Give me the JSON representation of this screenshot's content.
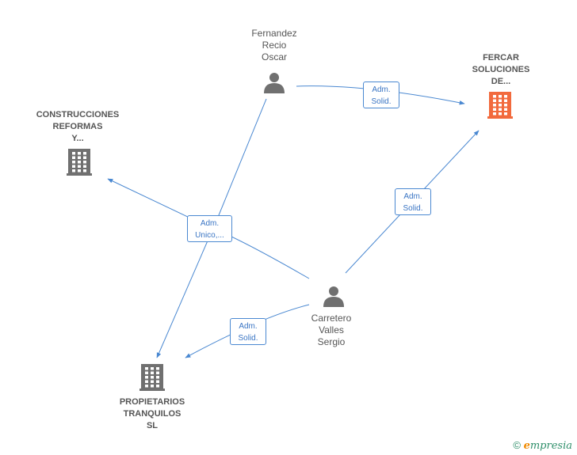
{
  "people": [
    {
      "id": "fernandez",
      "name": "Fernandez\nRecio\nOscar"
    },
    {
      "id": "carretero",
      "name": "Carretero\nValles\nSergio"
    }
  ],
  "companies": [
    {
      "id": "fercar",
      "name": "FERCAR\nSOLUCIONES\nDE...",
      "color": "#f26a3d"
    },
    {
      "id": "construcciones",
      "name": "CONSTRUCCIONES\nREFORMAS\nY...",
      "color": "#707070"
    },
    {
      "id": "propietarios",
      "name": "PROPIETARIOS\nTRANQUILOS\nSL",
      "color": "#707070"
    }
  ],
  "edges": [
    {
      "id": "fernandez-fercar",
      "label": "Adm.\nSolid."
    },
    {
      "id": "carretero-fercar",
      "label": "Adm.\nSolid."
    },
    {
      "id": "shared-construcciones",
      "label": "Adm.\nUnico,..."
    },
    {
      "id": "carretero-propietarios",
      "label": "Adm.\nSolid."
    }
  ],
  "colors": {
    "edge": "#4a88d1",
    "person_icon": "#707070",
    "company_default": "#707070",
    "company_highlight": "#f26a3d"
  },
  "footer": {
    "copyright": "©",
    "brand_e": "e",
    "brand_rest": "mpresia"
  }
}
